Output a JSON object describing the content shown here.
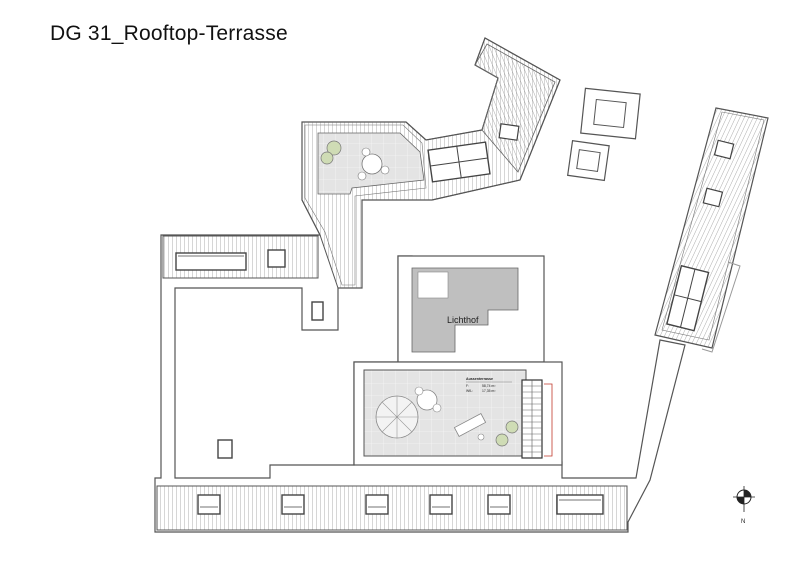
{
  "title": "DG 31_Rooftop-Terrasse",
  "lichthof_label": "Lichthof",
  "terrace_info": {
    "heading": "Aussenterrasse",
    "row1_key": "F:",
    "row1_value": "58,74 m²",
    "row2_key": "WfL:",
    "row2_value": "17,35 m²"
  },
  "north_label": "N",
  "icons": [
    "north-arrow-icon",
    "parasol-icon",
    "round-table-icon",
    "sun-lounger-icon",
    "plant-pot-icon",
    "skylight-icon",
    "staircase-icon"
  ],
  "colors": {
    "wall": "#555555",
    "roof_hatch": "#8a8a8a",
    "terrace_floor": "#e4e4e4",
    "lichthof_fill": "#bfbfbf",
    "plant": "#cfdcb5"
  }
}
